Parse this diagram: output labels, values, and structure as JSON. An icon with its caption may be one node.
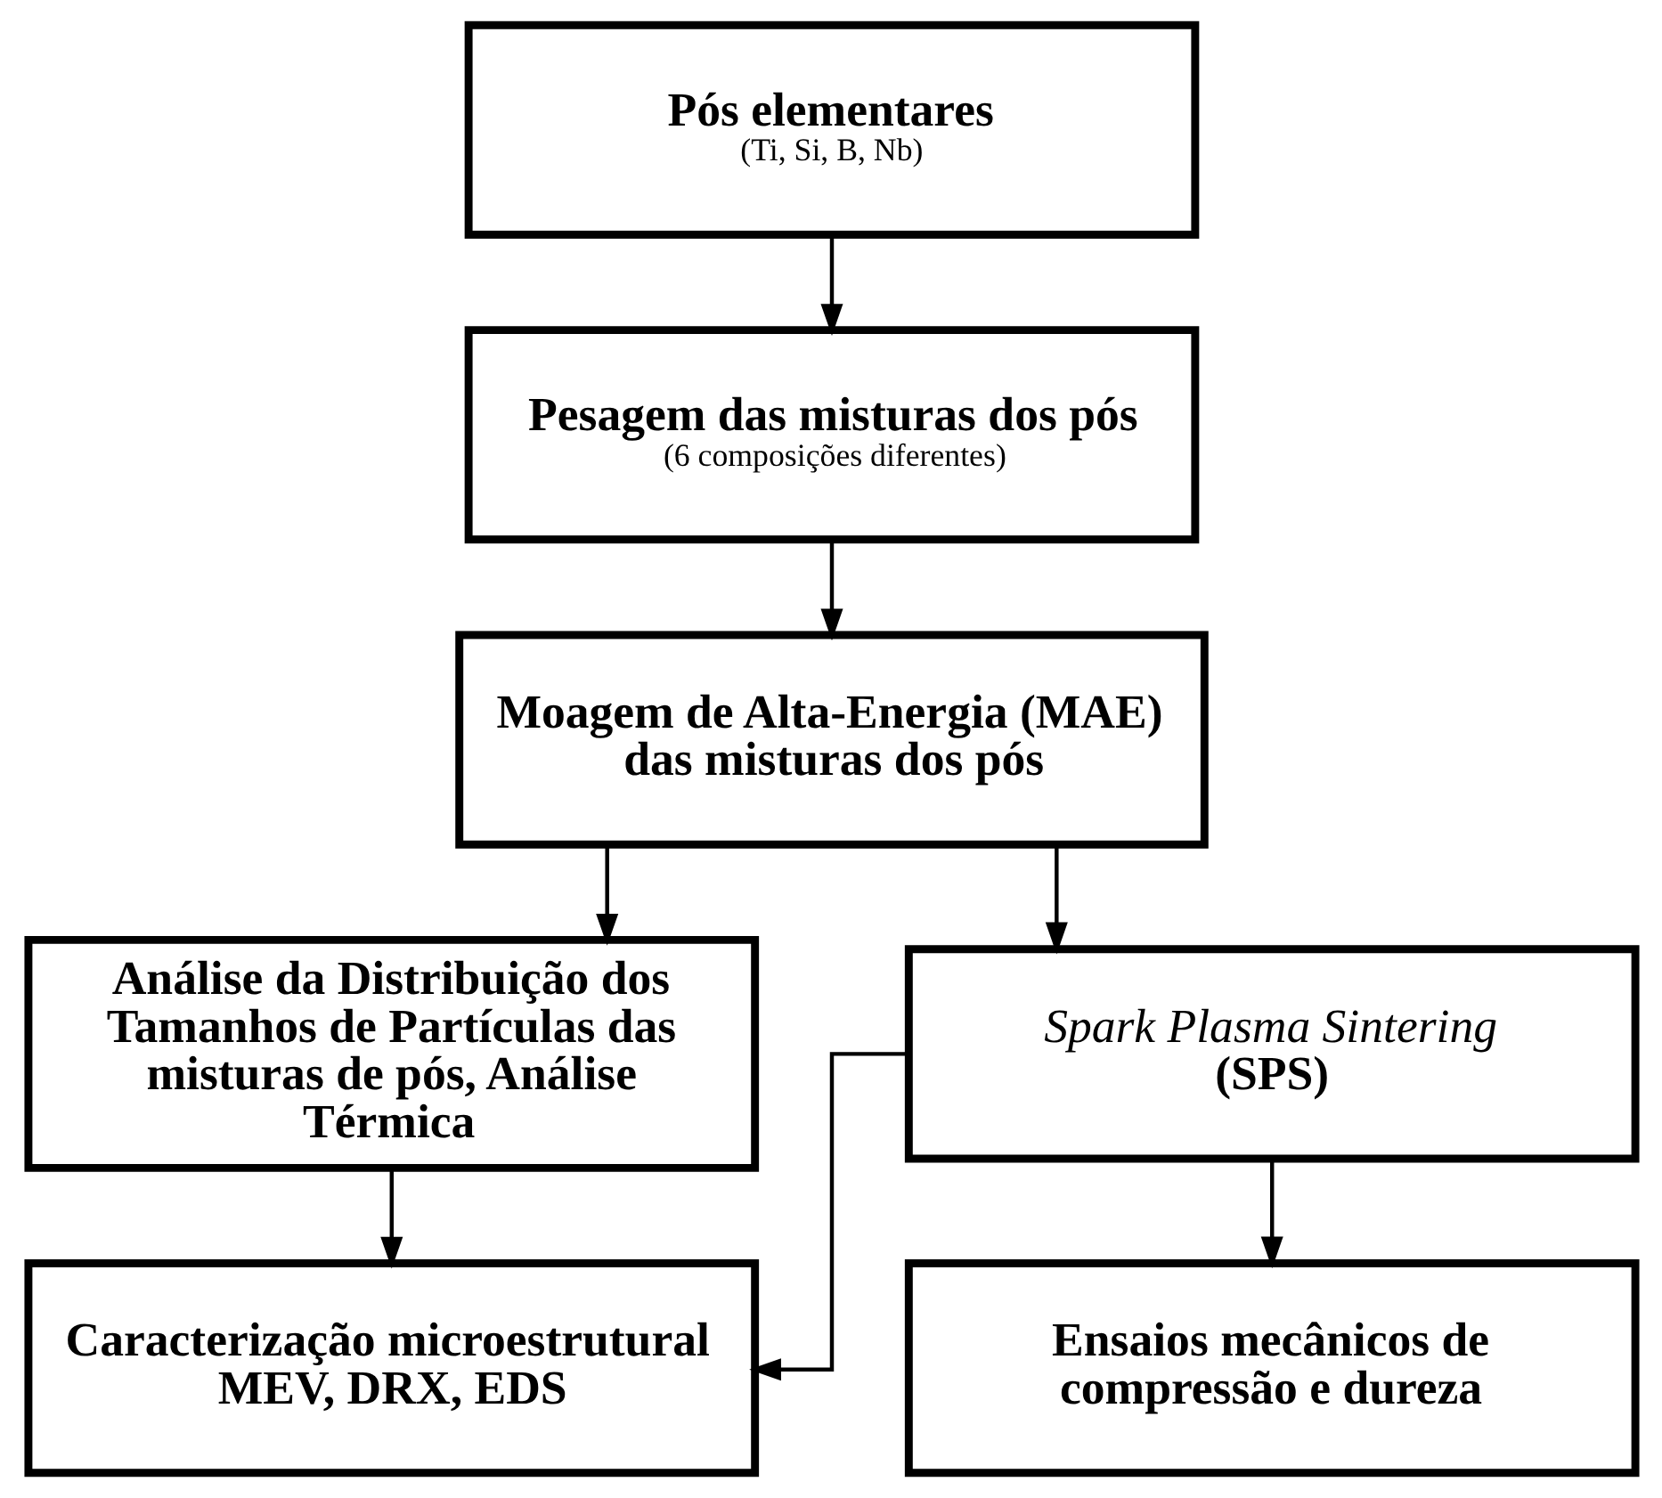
{
  "diagram": {
    "nodes": [
      {
        "text": [
          "Pós elementares",
          "(Ti, Si, B, Nb)"
        ]
      },
      {
        "text": [
          "Pesagem das misturas dos pós",
          "(6 composições diferentes)"
        ]
      },
      {
        "text": [
          "Moagem de Alta-Energia (MAE) das misturas dos pós"
        ]
      },
      {
        "text": [
          "Análise da Distribuição dos Tamanhos de Partículas das misturas de pós, Análise Térmica"
        ]
      },
      {
        "text": [
          "*Spark Plasma Sintering* (SPS)"
        ]
      },
      {
        "text": [
          "Caracterização microestrutural MEV, DRX, EDS"
        ]
      },
      {
        "text": [
          "Ensaios mecânicos de compressão e dureza"
        ]
      }
    ],
    "edges": [
      {
        "from": 0,
        "to": 1,
        "arrow": "to"
      },
      {
        "from": 1,
        "to": 2,
        "arrow": "to"
      },
      {
        "from": 2,
        "to": 3,
        "arrow": "to"
      },
      {
        "from": 2,
        "to": 4,
        "arrow": "to"
      },
      {
        "from": 3,
        "to": 5,
        "arrow": "to"
      },
      {
        "from": 4,
        "to": 5,
        "arrow": "to"
      },
      {
        "from": 4,
        "to": 6,
        "arrow": "to"
      }
    ]
  }
}
